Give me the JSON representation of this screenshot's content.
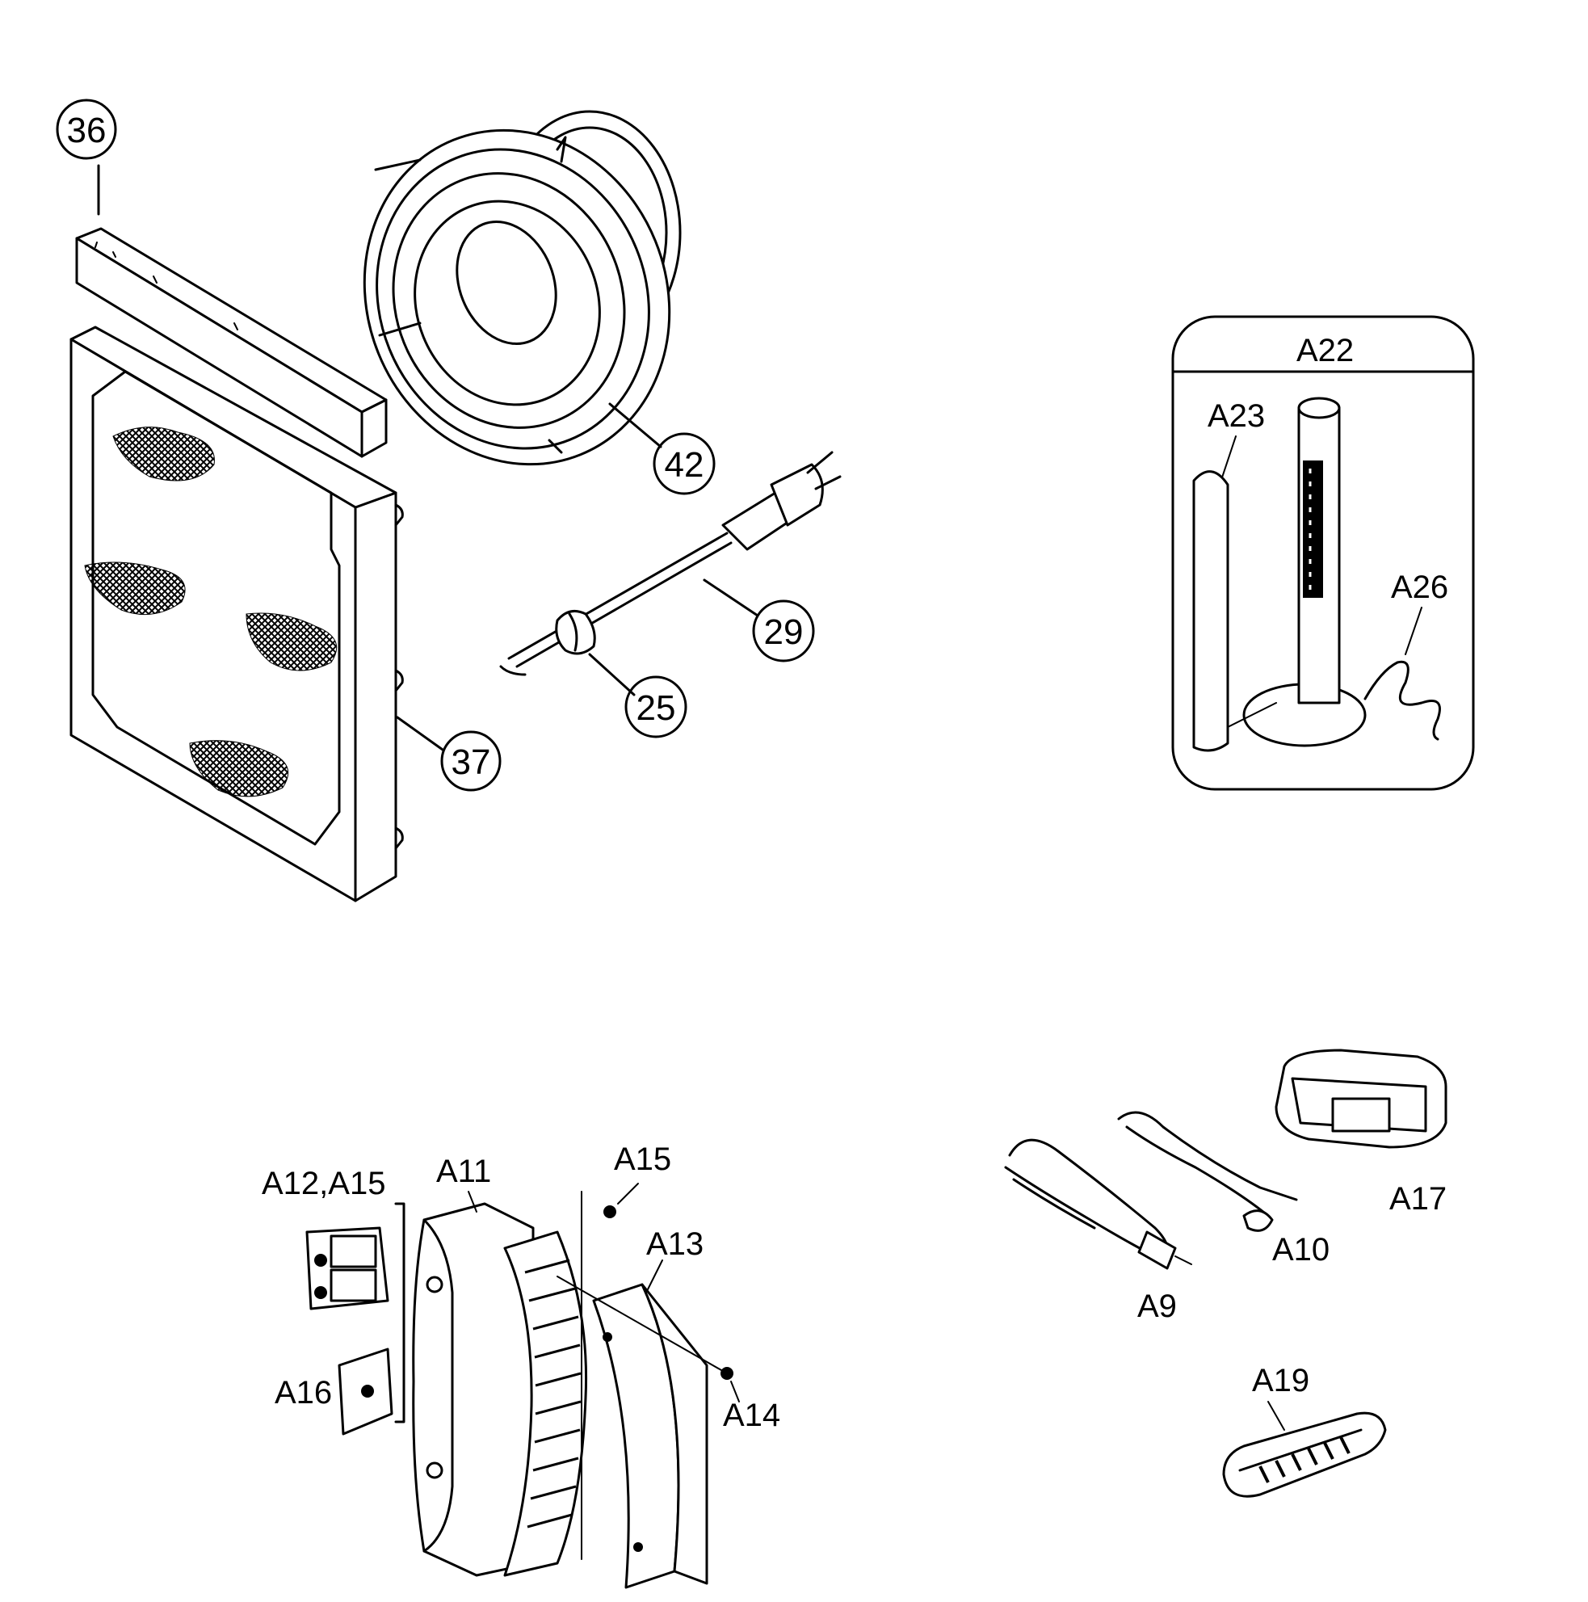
{
  "callouts": {
    "c36": "36",
    "c42": "42",
    "c29": "29",
    "c25": "25",
    "c37": "37"
  },
  "labels": {
    "a22": "A22",
    "a23": "A23",
    "a26": "A26",
    "a12_a15": "A12,A15",
    "a11": "A11",
    "a15": "A15",
    "a13": "A13",
    "a16": "A16",
    "a14": "A14",
    "a17": "A17",
    "a10": "A10",
    "a9": "A9",
    "a19": "A19"
  }
}
